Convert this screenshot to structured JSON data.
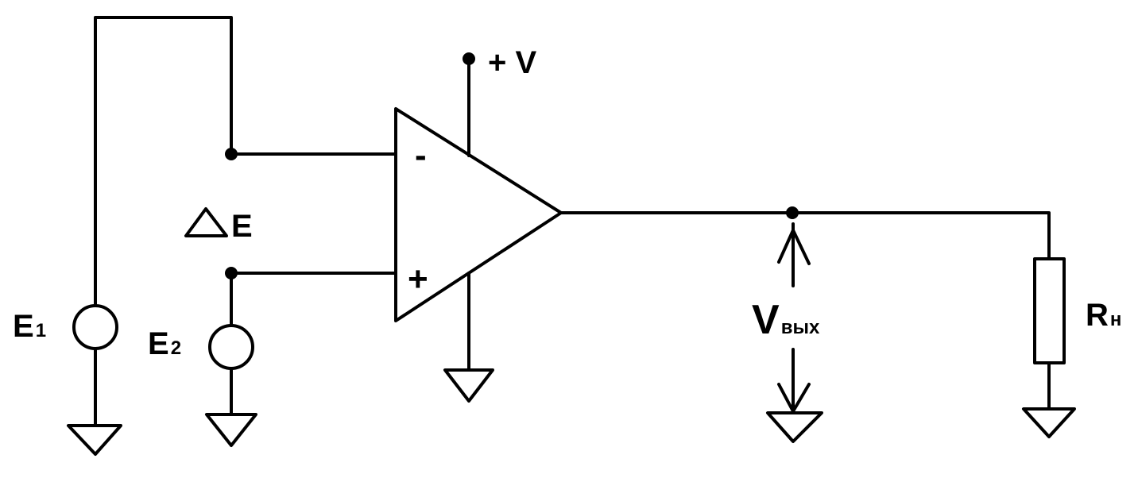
{
  "labels": {
    "supply": "+ V",
    "delta_e": "E",
    "e1_main": "E",
    "e1_sub": "1",
    "e2_main": "E",
    "e2_sub": "2",
    "vout_main": "V",
    "vout_sub": "вых",
    "rload_main": "R",
    "rload_sub": "н",
    "inv_sign": "-",
    "noninv_sign": "+"
  },
  "colors": {
    "ink": "#000000",
    "paper": "#ffffff"
  }
}
